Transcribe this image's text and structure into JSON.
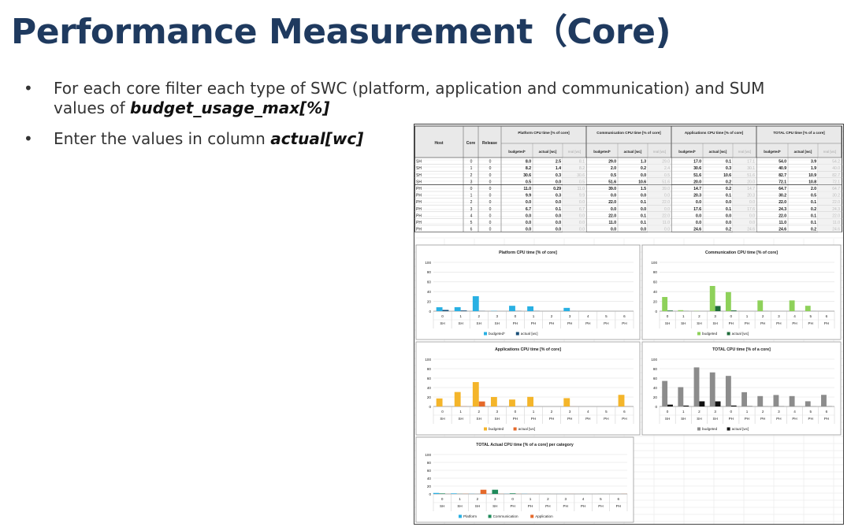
{
  "slide": {
    "title": "Performance Measurement（Core)",
    "bullets": [
      {
        "pre": "For each core filter each type of SWC (platform, application and communication) and SUM values of ",
        "em": "budget_usage_max[%]"
      },
      {
        "pre": "Enter the values in column ",
        "em": "actual[wc]"
      }
    ]
  },
  "table": {
    "headers": {
      "host": "Host",
      "core": "Core",
      "release": "Release",
      "groups": [
        "Platform CPU time [% of core]",
        "Communication CPU time [% of core]",
        "Applications CPU time [% of core]",
        "TOTAL CPU time [% of a core]"
      ],
      "sub": [
        "budgeted*",
        "actual [wc]",
        "real [wc]"
      ]
    },
    "rows": [
      {
        "host": "SH",
        "core": "0",
        "release": "0",
        "vals": [
          "8.0",
          "2.5",
          "8.1",
          "29.0",
          "1.3",
          "29.0",
          "17.0",
          "0.1",
          "17.1",
          "54.0",
          "3.9",
          "54.2"
        ]
      },
      {
        "host": "SH",
        "core": "1",
        "release": "0",
        "vals": [
          "8.2",
          "1.4",
          "8.2",
          "2.0",
          "0.2",
          "2.4",
          "30.6",
          "0.3",
          "30.1",
          "40.9",
          "1.9",
          "40.0"
        ]
      },
      {
        "host": "SH",
        "core": "2",
        "release": "0",
        "vals": [
          "30.6",
          "0.3",
          "30.6",
          "0.5",
          "0.0",
          "0.5",
          "51.6",
          "10.6",
          "51.6",
          "82.7",
          "10.9",
          "82.7"
        ]
      },
      {
        "host": "SH",
        "core": "3",
        "release": "0",
        "vals": [
          "0.5",
          "0.0",
          "0.5",
          "51.6",
          "10.6",
          "51.6",
          "20.0",
          "0.2",
          "20.0",
          "72.1",
          "10.8",
          "72.1"
        ]
      },
      {
        "host": "PH",
        "core": "0",
        "release": "0",
        "vals": [
          "11.0",
          "0.29",
          "11.0",
          "39.0",
          "1.5",
          "39.0",
          "14.7",
          "0.2",
          "14.7",
          "64.7",
          "2.0",
          "64.7"
        ]
      },
      {
        "host": "PH",
        "core": "1",
        "release": "0",
        "vals": [
          "9.9",
          "0.3",
          "9.9",
          "0.0",
          "0.0",
          "0.0",
          "20.3",
          "0.1",
          "20.3",
          "30.2",
          "0.5",
          "30.2"
        ]
      },
      {
        "host": "PH",
        "core": "2",
        "release": "0",
        "vals": [
          "0.0",
          "0.0",
          "0.0",
          "22.0",
          "0.1",
          "22.0",
          "0.0",
          "0.0",
          "0.0",
          "22.0",
          "0.1",
          "22.0"
        ]
      },
      {
        "host": "PH",
        "core": "3",
        "release": "0",
        "vals": [
          "6.7",
          "0.1",
          "6.7",
          "0.0",
          "0.0",
          "0.0",
          "17.6",
          "0.1",
          "17.6",
          "24.3",
          "0.2",
          "24.3"
        ]
      },
      {
        "host": "PH",
        "core": "4",
        "release": "0",
        "vals": [
          "0.0",
          "0.0",
          "0.0",
          "22.0",
          "0.1",
          "22.0",
          "0.0",
          "0.0",
          "0.0",
          "22.0",
          "0.1",
          "22.0"
        ]
      },
      {
        "host": "PH",
        "core": "5",
        "release": "0",
        "vals": [
          "0.0",
          "0.0",
          "0.0",
          "11.0",
          "0.1",
          "11.0",
          "0.0",
          "0.0",
          "0.0",
          "11.0",
          "0.1",
          "11.0"
        ]
      },
      {
        "host": "PH",
        "core": "6",
        "release": "0",
        "vals": [
          "0.0",
          "0.0",
          "0.0",
          "0.0",
          "0.0",
          "0.0",
          "24.6",
          "0.2",
          "24.6",
          "24.6",
          "0.2",
          "24.6"
        ]
      }
    ]
  },
  "chart_data": [
    {
      "type": "bar",
      "title": "Platform CPU time [% of core]",
      "categories": [
        "0 SH",
        "1 SH",
        "2 SH",
        "3 SH",
        "0 PH",
        "1 PH",
        "2 PH",
        "3 PH",
        "4 PH",
        "5 PH",
        "6 PH"
      ],
      "cores": [
        "0",
        "1",
        "2",
        "3",
        "0",
        "1",
        "2",
        "3",
        "4",
        "5",
        "6"
      ],
      "hosts": [
        "SH",
        "SH",
        "SH",
        "SH",
        "PH",
        "PH",
        "PH",
        "PH",
        "PH",
        "PH",
        "PH"
      ],
      "ylim": [
        0,
        100
      ],
      "yticks": [
        "0",
        "20",
        "40",
        "60",
        "80",
        "100"
      ],
      "series": [
        {
          "name": "budgeted*",
          "color": "#29b0e3",
          "values": [
            8.0,
            8.2,
            30.6,
            0.5,
            11.0,
            9.9,
            0.0,
            6.7,
            0.0,
            0.0,
            0.0
          ]
        },
        {
          "name": "actual [wc]",
          "color": "#1a4f78",
          "values": [
            2.5,
            1.4,
            0.3,
            0.0,
            0.29,
            0.3,
            0.0,
            0.1,
            0.0,
            0.0,
            0.0
          ]
        }
      ],
      "legend": "bottom"
    },
    {
      "type": "bar",
      "title": "Communication CPU time [% of core]",
      "categories": [
        "0 SH",
        "1 SH",
        "2 SH",
        "3 SH",
        "0 PH",
        "1 PH",
        "2 PH",
        "3 PH",
        "4 PH",
        "5 PH",
        "6 PH"
      ],
      "cores": [
        "0",
        "1",
        "2",
        "3",
        "0",
        "1",
        "2",
        "3",
        "4",
        "5",
        "6"
      ],
      "hosts": [
        "SH",
        "SH",
        "SH",
        "SH",
        "PH",
        "PH",
        "PH",
        "PH",
        "PH",
        "PH",
        "PH"
      ],
      "ylim": [
        0,
        100
      ],
      "yticks": [
        "0",
        "20",
        "40",
        "60",
        "80",
        "100"
      ],
      "series": [
        {
          "name": "budgeted",
          "color": "#8ed15a",
          "values": [
            29.0,
            2.0,
            0.5,
            51.6,
            39.0,
            0.0,
            22.0,
            0.0,
            22.0,
            11.0,
            0.0
          ]
        },
        {
          "name": "actual [wc]",
          "color": "#1f6b3a",
          "values": [
            1.3,
            0.2,
            0.0,
            10.6,
            1.5,
            0.0,
            0.1,
            0.0,
            0.1,
            0.1,
            0.0
          ]
        }
      ],
      "legend": "bottom"
    },
    {
      "type": "bar",
      "title": "Applications CPU time [% of core]",
      "categories": [
        "0 SH",
        "1 SH",
        "2 SH",
        "3 SH",
        "0 PH",
        "1 PH",
        "2 PH",
        "3 PH",
        "4 PH",
        "5 PH",
        "6 PH"
      ],
      "cores": [
        "0",
        "1",
        "2",
        "3",
        "0",
        "1",
        "2",
        "3",
        "4",
        "5",
        "6"
      ],
      "hosts": [
        "SH",
        "SH",
        "SH",
        "SH",
        "PH",
        "PH",
        "PH",
        "PH",
        "PH",
        "PH",
        "PH"
      ],
      "ylim": [
        0,
        100
      ],
      "yticks": [
        "0",
        "20",
        "40",
        "60",
        "80",
        "100"
      ],
      "series": [
        {
          "name": "budgeted",
          "color": "#f4b52a",
          "values": [
            17.0,
            30.6,
            51.6,
            20.0,
            14.7,
            20.3,
            0.0,
            17.6,
            0.0,
            0.0,
            24.6
          ]
        },
        {
          "name": "actual [wc]",
          "color": "#e5692a",
          "values": [
            0.1,
            0.3,
            10.6,
            0.2,
            0.2,
            0.1,
            0.0,
            0.1,
            0.0,
            0.0,
            0.2
          ]
        }
      ],
      "legend": "bottom"
    },
    {
      "type": "bar",
      "title": "TOTAL CPU time [% of a core]",
      "categories": [
        "0 SH",
        "1 SH",
        "2 SH",
        "3 SH",
        "0 PH",
        "1 PH",
        "2 PH",
        "3 PH",
        "4 PH",
        "5 PH",
        "6 PH"
      ],
      "cores": [
        "0",
        "1",
        "2",
        "3",
        "0",
        "1",
        "2",
        "3",
        "4",
        "5",
        "6"
      ],
      "hosts": [
        "SH",
        "SH",
        "SH",
        "SH",
        "PH",
        "PH",
        "PH",
        "PH",
        "PH",
        "PH",
        "PH"
      ],
      "ylim": [
        0,
        100
      ],
      "yticks": [
        "0",
        "20",
        "40",
        "60",
        "80",
        "100"
      ],
      "series": [
        {
          "name": "budgeted",
          "color": "#8c8c8c",
          "values": [
            54.0,
            40.9,
            82.7,
            72.1,
            64.7,
            30.2,
            22.0,
            24.3,
            22.0,
            11.0,
            24.6
          ]
        },
        {
          "name": "actual [wc]",
          "color": "#111111",
          "values": [
            3.9,
            1.9,
            10.9,
            10.8,
            2.0,
            0.5,
            0.1,
            0.2,
            0.1,
            0.1,
            0.2
          ]
        }
      ],
      "legend": "bottom"
    },
    {
      "type": "bar",
      "title": "TOTAL Actual CPU time [% of a core] per category",
      "categories": [
        "0 SH",
        "1 SH",
        "2 SH",
        "3 SH",
        "0 PH",
        "1 PH",
        "2 PH",
        "3 PH",
        "4 PH",
        "5 PH",
        "6 PH"
      ],
      "cores": [
        "0",
        "1",
        "2",
        "3",
        "0",
        "1",
        "2",
        "3",
        "4",
        "5",
        "6"
      ],
      "hosts": [
        "SH",
        "SH",
        "SH",
        "SH",
        "PH",
        "PH",
        "PH",
        "PH",
        "PH",
        "PH",
        "PH"
      ],
      "ylim": [
        0,
        100
      ],
      "yticks": [
        "0",
        "20",
        "40",
        "60",
        "80",
        "100"
      ],
      "series": [
        {
          "name": "Platform",
          "color": "#29b0e3",
          "values": [
            2.5,
            1.4,
            0.3,
            0.0,
            0.29,
            0.3,
            0.0,
            0.1,
            0.0,
            0.0,
            0.0
          ]
        },
        {
          "name": "Communication",
          "color": "#1f8a5a",
          "values": [
            1.3,
            0.2,
            0.0,
            10.6,
            1.5,
            0.0,
            0.1,
            0.0,
            0.1,
            0.1,
            0.0
          ]
        },
        {
          "name": "Application",
          "color": "#e5692a",
          "values": [
            0.1,
            0.3,
            10.6,
            0.2,
            0.2,
            0.1,
            0.0,
            0.1,
            0.0,
            0.0,
            0.2
          ]
        }
      ],
      "legend": "bottom"
    }
  ]
}
